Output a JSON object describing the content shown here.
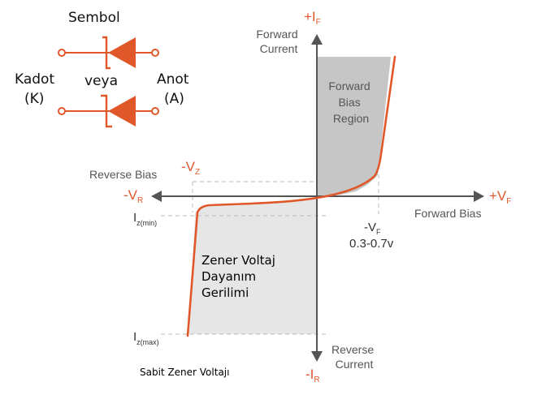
{
  "symbol": {
    "title": "Sembol",
    "or_text": "veya",
    "cathode_name": "Kadot",
    "cathode_letter": "(K)",
    "anode_name": "Anot",
    "anode_letter": "(A)"
  },
  "axes": {
    "pos_y": {
      "sign": "+I",
      "sub": "F"
    },
    "neg_y": {
      "sign": "-I",
      "sub": "R"
    },
    "pos_x": {
      "sign": "+V",
      "sub": "F"
    },
    "neg_x": {
      "sign": "-V",
      "sub": "R"
    },
    "forward_current": [
      "Forward",
      "Current"
    ],
    "reverse_current": [
      "Reverse",
      "Current"
    ],
    "forward_bias": "Forward Bias",
    "reverse_bias": "Reverse Bias"
  },
  "markers": {
    "vz": {
      "sign": "-V",
      "sub": "Z"
    },
    "vf": {
      "sign": "-V",
      "sub": "F"
    },
    "vf_range": "0.3-0.7v",
    "iz_min": {
      "sign": "I",
      "sub": "z(min)"
    },
    "iz_max": {
      "sign": "I",
      "sub": "z(max)"
    }
  },
  "regions": {
    "forward": [
      "Forward",
      "Bias",
      "Region"
    ],
    "zener": [
      "Zener Voltaj",
      "Dayanım",
      "Gerilimi"
    ]
  },
  "footer": "Sabit Zener Voltajı",
  "colors": {
    "accent": "#e0582a",
    "axis": "#555555",
    "shade_forward": "#c6c6c6",
    "shade_reverse": "#e6e6e6",
    "dashed": "#bbbbbb"
  }
}
